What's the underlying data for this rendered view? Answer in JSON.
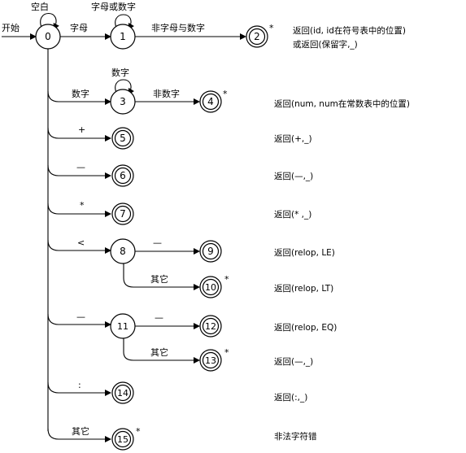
{
  "labels": {
    "start": "开始",
    "blank": "空白",
    "letter": "字母",
    "letter_or_digit": "字母或数字",
    "non_letter_digit": "非字母与数字",
    "digit": "数字",
    "digit_loop": "数字",
    "non_digit": "非数字",
    "plus": "+",
    "minus": "—",
    "star": "*",
    "lt": "<",
    "eq1": "—",
    "other1": "其它",
    "eq_start": "—",
    "eq2": "—",
    "other2": "其它",
    "colon": ":",
    "other": "其它",
    "asterisk": "*"
  },
  "states": {
    "s0": "0",
    "s1": "1",
    "s2": "2",
    "s3": "3",
    "s4": "4",
    "s5": "5",
    "s6": "6",
    "s7": "7",
    "s8": "8",
    "s9": "9",
    "s10": "10",
    "s11": "11",
    "s12": "12",
    "s13": "13",
    "s14": "14",
    "s15": "15"
  },
  "returns": {
    "r2a": "返回(id, id在符号表中的位置)",
    "r2b": "或返回(保留字,_)",
    "r4": "返回(num, num在常数表中的位置)",
    "r5": "返回(+,_)",
    "r6": "返回(—,_)",
    "r7": "返回(* ,_)",
    "r9": "返回(relop, LE)",
    "r10": "返回(relop, LT)",
    "r12": "返回(relop, EQ)",
    "r13": "返回(—,_)",
    "r14": "返回(:,_)",
    "r15": "非法字符错"
  }
}
